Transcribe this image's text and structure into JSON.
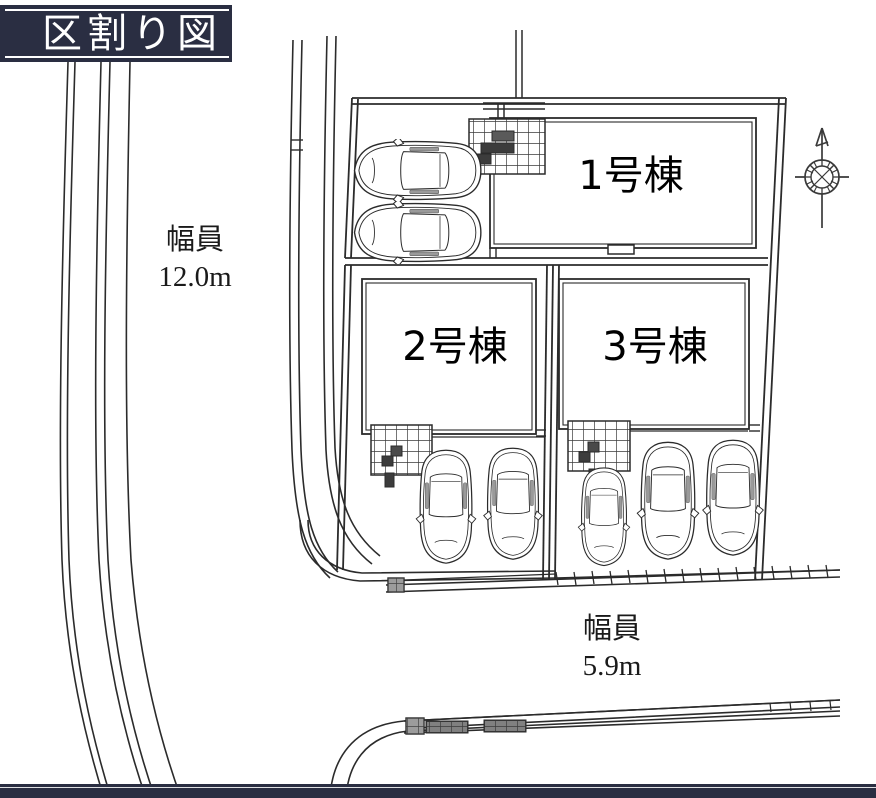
{
  "title": {
    "text": "区割り図"
  },
  "roads": [
    {
      "id": "left-road",
      "width_label_line1": "幅員",
      "width_label_line2": "12.0m",
      "orientation": "vertical"
    },
    {
      "id": "bottom-road",
      "width_label_line1": "幅員",
      "width_label_line2": "5.9m",
      "orientation": "horizontal"
    }
  ],
  "lots": [
    {
      "id": "lot-1",
      "label": "1号棟",
      "parking_spaces": 2,
      "approach_tile": true
    },
    {
      "id": "lot-2",
      "label": "2号棟",
      "parking_spaces": 2,
      "approach_tile": true
    },
    {
      "id": "lot-3",
      "label": "3号棟",
      "parking_spaces": 3,
      "approach_tile": true
    }
  ],
  "compass": {
    "name": "north-arrow",
    "direction": "N"
  },
  "colors": {
    "banner_bg": "#2a2e42",
    "banner_text": "#ffffff",
    "line": "#2b2b2b",
    "label_text": "#1a1a1a",
    "background": "#ffffff"
  }
}
